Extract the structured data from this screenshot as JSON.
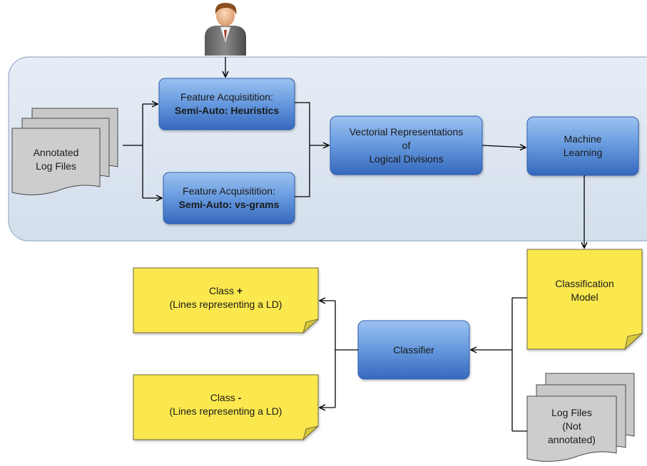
{
  "colors": {
    "panel_fill": "#dde6f1",
    "panel_stroke": "#9aaecb",
    "process_box_top": "#8fb8ec",
    "process_box_bottom": "#3c72c6",
    "note_fill": "#fbe84f",
    "document_fill": "#cfcfcf",
    "arrow": "#000000"
  },
  "diagram": {
    "user_icon": "person-icon",
    "annotated_log_files": {
      "line1": "Annotated",
      "line2": "Log Files"
    },
    "feature_heuristics": {
      "line1": "Feature Acquisitition:",
      "line2": "Semi-Auto: Heuristics"
    },
    "feature_vsgrams": {
      "line1": "Feature Acquisitition:",
      "line2": "Semi-Auto: vs-grams"
    },
    "vectorial": {
      "line1": "Vectorial Representations",
      "line2": "of",
      "line3": "Logical Divisions"
    },
    "machine_learning": {
      "line1": "Machine",
      "line2": "Learning"
    },
    "classification_model": {
      "line1": "Classification",
      "line2": "Model"
    },
    "classifier": {
      "label": "Classifier"
    },
    "class_plus": {
      "line1_prefix": "Class ",
      "line1_symbol": "+",
      "line2": "(Lines representing a LD)"
    },
    "class_minus": {
      "line1_prefix": "Class ",
      "line1_symbol": "-",
      "line2": "(Lines representing a LD)"
    },
    "log_files": {
      "line1": "Log Files",
      "line2": "(Not",
      "line3": "annotated)"
    }
  }
}
